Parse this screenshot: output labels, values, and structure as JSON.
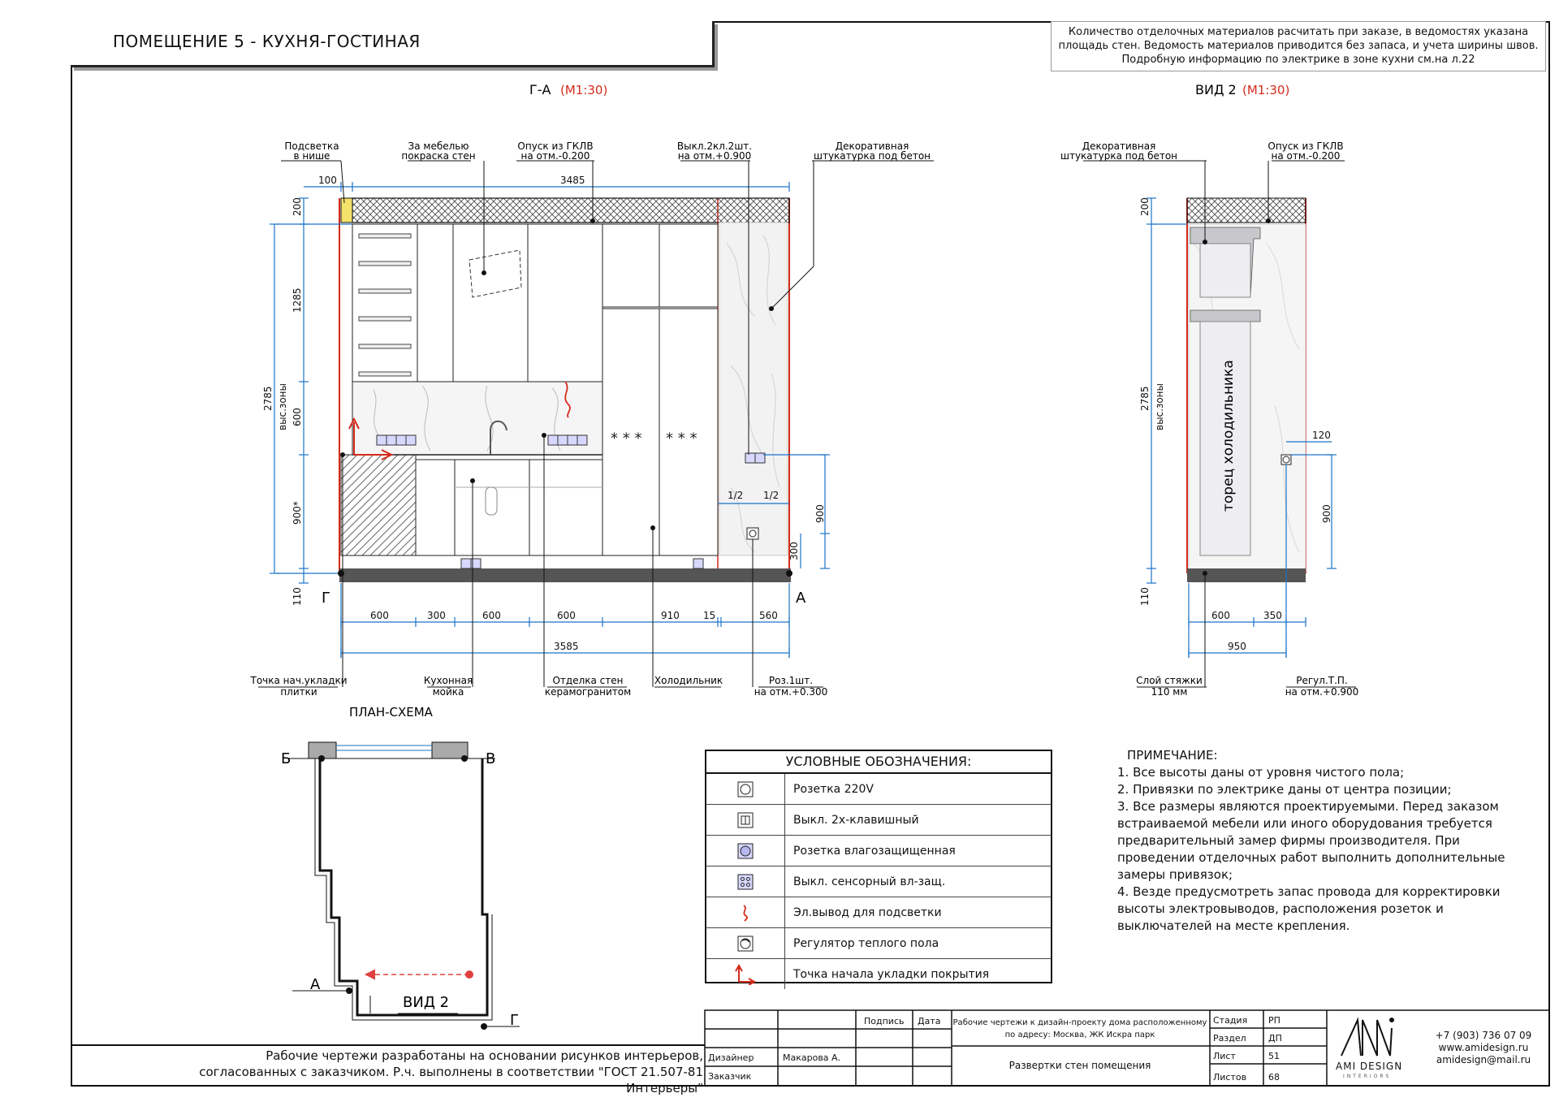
{
  "sheet_title": "ПОМЕЩЕНИЕ 5 - КУХНЯ-ГОСТИНАЯ",
  "top_note": [
    "Количество отделочных материалов расчитать при заказе, в ведомостях указана",
    "площадь стен. Ведомость материалов приводится без запаса, и учета ширины швов.",
    "Подробную информацию по электрике в зоне кухни см.на л.22"
  ],
  "view_ga": {
    "title": "Г-А",
    "scale": "(М1:30)"
  },
  "view_2": {
    "title": "ВИД 2",
    "scale": "(М1:30)"
  },
  "plan_title": "ПЛАН-СХЕМА",
  "callouts_ga_top": [
    {
      "l1": "Подсветка",
      "l2": "в нише"
    },
    {
      "l1": "За мебелью",
      "l2": "покраска стен"
    },
    {
      "l1": "Опуск из ГКЛВ",
      "l2": "на отм.-0.200"
    },
    {
      "l1": "Выкл.2кл.2шт.",
      "l2": "на отм.+0.900"
    },
    {
      "l1": "Декоративная",
      "l2": "штукатурка под бетон"
    }
  ],
  "callouts_ga_bottom": [
    {
      "l1": "Точка нач.укладки",
      "l2": "плитки"
    },
    {
      "l1": "Кухонная",
      "l2": "мойка"
    },
    {
      "l1": "Отделка стен",
      "l2": "керамогранитом"
    },
    {
      "l1": "Холодильник",
      "l2": ""
    },
    {
      "l1": "Роз.1шт.",
      "l2": "на отм.+0.300"
    }
  ],
  "callouts_v2_top": [
    {
      "l1": "Декоративная",
      "l2": "штукатурка под бетон"
    },
    {
      "l1": "Опуск из ГКЛВ",
      "l2": "на отм.-0.200"
    }
  ],
  "callouts_v2_bottom": [
    {
      "l1": "Слой стяжки",
      "l2": "110 мм"
    },
    {
      "l1": "Регул.Т.П.",
      "l2": "на отм.+0.900"
    }
  ],
  "dims_ga": {
    "top_100": "100",
    "top_3485": "3485",
    "left_200": "200",
    "left_1285": "1285",
    "left_600": "600",
    "left_900": "900*",
    "left_110": "110",
    "left_2785": "2785",
    "left_zone": "выс.зоны",
    "bot_600a": "600",
    "bot_300": "300",
    "bot_600b": "600",
    "bot_600c": "600",
    "bot_910": "910",
    "bot_15": "15",
    "bot_560": "560",
    "bot_3585": "3585",
    "r_half1": "1/2",
    "r_half2": "1/2",
    "r_900": "900",
    "r_300": "300",
    "sec_left": "Г",
    "sec_right": "А"
  },
  "dims_v2": {
    "left_200": "200",
    "left_2785": "2785",
    "left_zone": "выс.зоны",
    "left_110": "110",
    "bot_600": "600",
    "bot_350": "350",
    "bot_950": "950",
    "r_120": "120",
    "r_900": "900",
    "fridge_label": "торец холодильника"
  },
  "plan_marks": {
    "b": "Б",
    "v": "В",
    "a": "А",
    "g": "Г",
    "view": "ВИД 2"
  },
  "legend": {
    "title": "УСЛОВНЫЕ ОБОЗНАЧЕНИЯ:",
    "items": [
      {
        "icon": "socket-icon",
        "label": "Розетка 220V"
      },
      {
        "icon": "switch-2key-icon",
        "label": "Выкл. 2х-клавишный"
      },
      {
        "icon": "waterproof-socket-icon",
        "label": "Розетка влагозащищенная"
      },
      {
        "icon": "sensor-switch-icon",
        "label": "Выкл. сенсорный вл-защ."
      },
      {
        "icon": "light-outlet-icon",
        "label": "Эл.вывод для подсветки"
      },
      {
        "icon": "floor-heating-regulator-icon",
        "label": "Регулятор теплого пола"
      },
      {
        "icon": "start-point-icon",
        "label": "Точка начала укладки покрытия"
      }
    ]
  },
  "notes": {
    "title": "ПРИМЕЧАНИЕ:",
    "lines": [
      "1. Все высоты даны от уровня чистого пола;",
      "2. Привязки по электрике даны от центра позиции;",
      "3. Все размеры являются проектируемыми. Перед заказом",
      "встраиваемой мебели или иного оборудования требуется",
      "предварительный замер фирмы производителя.  При",
      "проведении отделочных работ выполнить дополнительные",
      "замеры привязок;",
      "4. Везде предусмотреть запас провода для корректировки",
      "высоты электровыводов, расположения розеток и",
      "выключателей на месте крепления."
    ]
  },
  "bottom_left": [
    "Рабочие чертежи разработаны на основании рисунков интерьеров,",
    "согласованных с заказчиком. Р.ч. выполнены в соответствии \"ГОСТ 21.507-81 Интерьеры\""
  ],
  "stamp": {
    "podpis": "Подпись",
    "data": "Дата",
    "project1": "Рабочие чертежи к дизайн-проекту дома расположенному",
    "project2": "по адресу: Москва, ЖК Искра парк",
    "designer_label": "Дизайнер",
    "designer_name": "Макарова А.",
    "customer_label": "Заказчик",
    "sheet_name": "Развертки стен помещения",
    "stage_label": "Стадия",
    "stage_val": "РП",
    "section_label": "Раздел",
    "section_val": "ДП",
    "sheet_label": "Лист",
    "sheet_val": "51",
    "sheets_label": "Листов",
    "sheets_val": "68"
  },
  "company": {
    "name": "AMI DESIGN",
    "sub": "INTERIORS",
    "phone": "+7 (903) 736 07 09",
    "site": "www.amidesign.ru",
    "email": "amidesign@mail.ru"
  },
  "colors": {
    "dim": "#1a73c7",
    "accent": "#d42a1a",
    "floor": "#555555"
  }
}
